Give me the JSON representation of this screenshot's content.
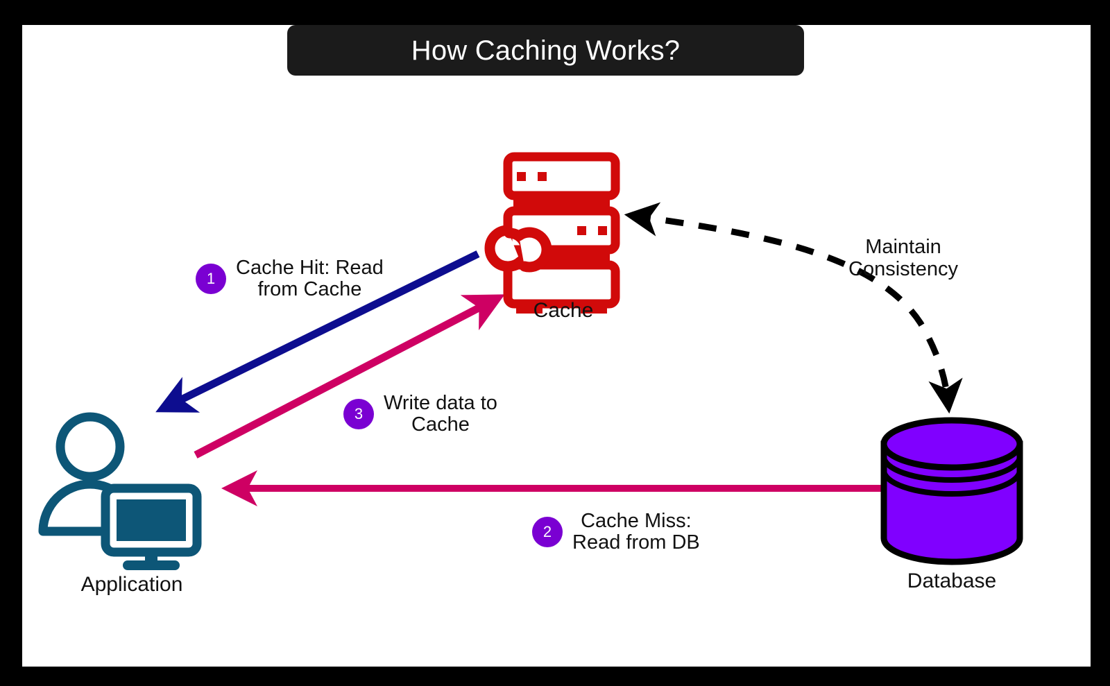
{
  "title": {
    "text": "How Caching Works?",
    "banner_color": "#1b1b1b",
    "text_color": "#ffffff"
  },
  "colors": {
    "frame": "#000000",
    "canvas": "#ffffff",
    "cache_red": "#d10a0a",
    "application_teal": "#0d5677",
    "database_purple": "#8000ff",
    "badge_purple": "#7a00d2",
    "arrow_blue": "#0d0d8f",
    "arrow_pink": "#ce0063",
    "arrow_dashed": "#000000"
  },
  "nodes": [
    {
      "id": "cache",
      "label": "Cache",
      "icon": "server-rack-link-icon"
    },
    {
      "id": "application",
      "label": "Application",
      "icon": "user-monitor-icon"
    },
    {
      "id": "database",
      "label": "Database",
      "icon": "database-cylinder-icon"
    }
  ],
  "steps": [
    {
      "number": "1",
      "text": "Cache Hit: Read\nfrom Cache",
      "arrow": "cache-to-application",
      "arrow_color": "#0d0d8f"
    },
    {
      "number": "2",
      "text": "Cache Miss:\nRead from DB",
      "arrow": "database-to-application",
      "arrow_color": "#ce0063"
    },
    {
      "number": "3",
      "text": "Write data to\nCache",
      "arrow": "application-to-cache",
      "arrow_color": "#ce0063"
    }
  ],
  "annotations": [
    {
      "id": "maintain-consistency",
      "text": "Maintain\nConsistency",
      "arrow": "database-cache-bidirectional-dashed",
      "arrow_color": "#000000",
      "style": "dashed"
    }
  ]
}
